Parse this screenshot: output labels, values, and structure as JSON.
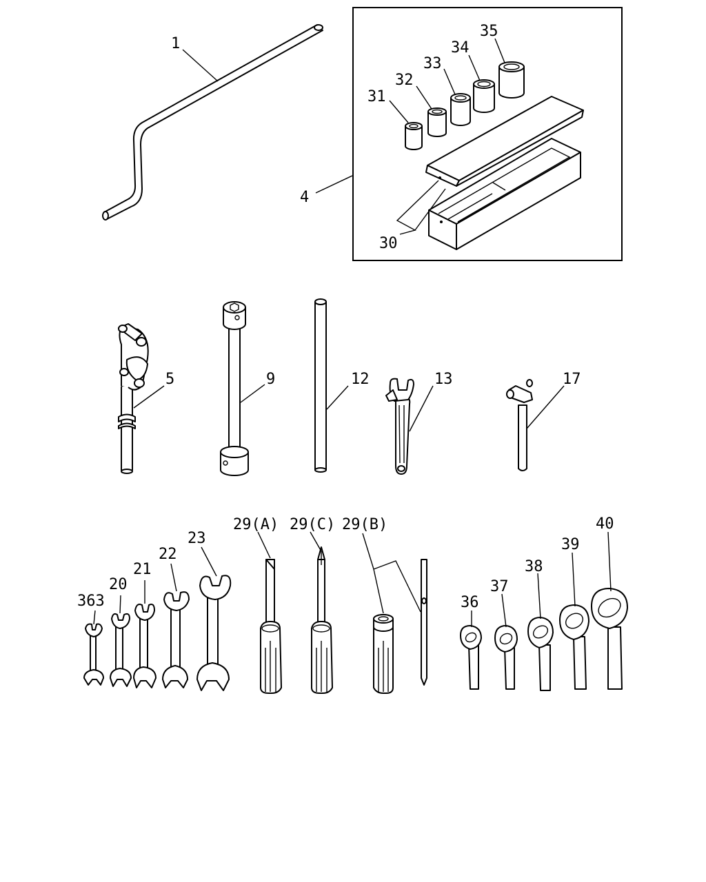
{
  "parts": {
    "p1": "1",
    "p4": "4",
    "p5": "5",
    "p9": "9",
    "p12": "12",
    "p13": "13",
    "p17": "17",
    "p20": "20",
    "p21": "21",
    "p22": "22",
    "p23": "23",
    "p29a": "29(A)",
    "p29c": "29(C)",
    "p29b": "29(B)",
    "p30": "30",
    "p31": "31",
    "p32": "32",
    "p33": "33",
    "p34": "34",
    "p35": "35",
    "p36": "36",
    "p37": "37",
    "p38": "38",
    "p39": "39",
    "p40": "40",
    "p363": "363"
  }
}
